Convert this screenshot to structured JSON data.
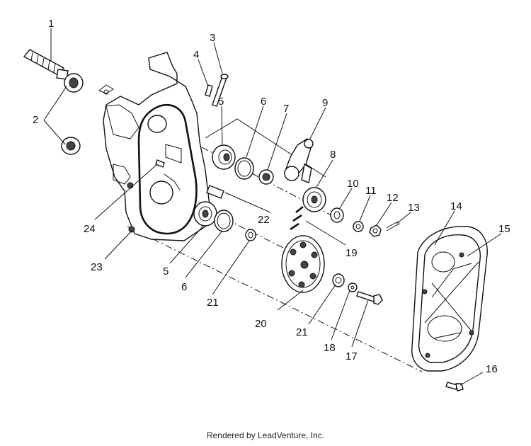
{
  "callouts": {
    "c1": "1",
    "c2": "2",
    "c3": "3",
    "c4": "4",
    "c5a": "5",
    "c5b": "5",
    "c6a": "6",
    "c6b": "6",
    "c7": "7",
    "c8": "8",
    "c9": "9",
    "c10": "10",
    "c11": "11",
    "c12": "12",
    "c13": "13",
    "c14": "14",
    "c15": "15",
    "c16": "16",
    "c17": "17",
    "c18": "18",
    "c19": "19",
    "c20": "20",
    "c21a": "21",
    "c21b": "21",
    "c22": "22",
    "c23": "23",
    "c24": "24"
  },
  "footer": "Rendered by LeadVenture, Inc."
}
